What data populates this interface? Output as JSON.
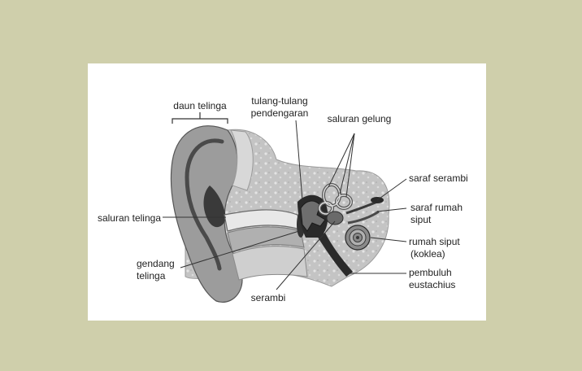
{
  "colors": {
    "background": "#cfcfab",
    "panel": "#ffffff",
    "bone": "#bcbcbc",
    "skin": "#9c9c9c",
    "dark": "#2a2a2a",
    "label": "#222222"
  },
  "labels": {
    "pinna": "daun telinga",
    "ossicles_1": "tulang-tulang",
    "ossicles_2": "pendengaran",
    "semicircular": "saluran gelung",
    "vestibular_nerve": "saraf serambi",
    "cochlear_nerve_1": "saraf rumah",
    "cochlear_nerve_2": "siput",
    "ear_canal": "saluran telinga",
    "cochlea_1": "rumah siput",
    "cochlea_2": "(koklea)",
    "eardrum_1": "gendang",
    "eardrum_2": "telinga",
    "eustachian_1": "pembuluh",
    "eustachian_2": "eustachius",
    "vestibule": "serambi"
  }
}
